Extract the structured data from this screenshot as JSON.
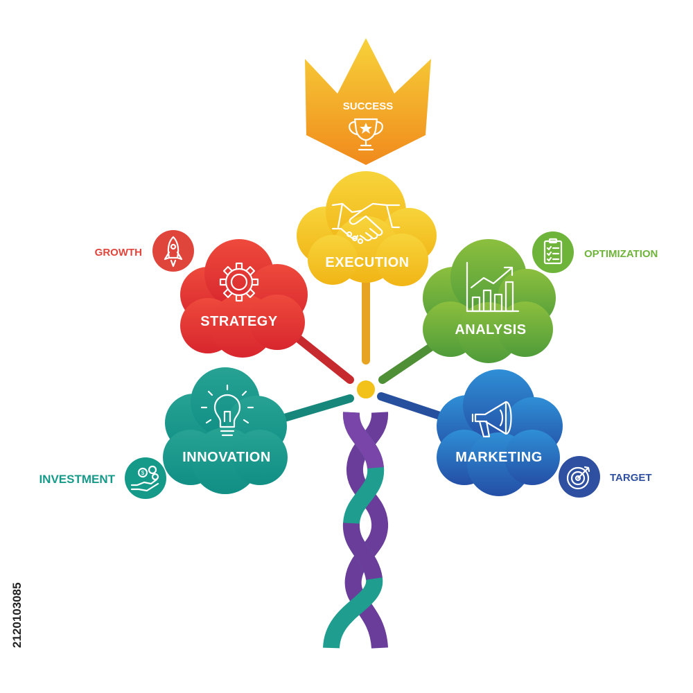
{
  "crown": {
    "label": "SUCCESS",
    "icon": "trophy-icon"
  },
  "clouds": {
    "execution": {
      "label": "EXECUTION",
      "icon": "handshake-icon",
      "color": "#f2c21a"
    },
    "strategy": {
      "label": "STRATEGY",
      "icon": "gear-icon",
      "color": "#e2332f"
    },
    "analysis": {
      "label": "ANALYSIS",
      "icon": "chart-icon",
      "color": "#6aab38"
    },
    "innovation": {
      "label": "INNOVATION",
      "icon": "lightbulb-icon",
      "color": "#1f9a8c"
    },
    "marketing": {
      "label": "MARKETING",
      "icon": "megaphone-icon",
      "color": "#2a6ec4"
    }
  },
  "side_labels": {
    "growth": {
      "label": "GROWTH",
      "icon": "rocket-icon",
      "color": "#e0453c"
    },
    "optimization": {
      "label": "OPTIMIZATION",
      "icon": "checklist-icon",
      "color": "#6fb43a"
    },
    "investment": {
      "label": "INVESTMENT",
      "icon": "money-hand-icon",
      "color": "#159a8a"
    },
    "target": {
      "label": "TARGET",
      "icon": "target-icon",
      "color": "#2f4fa0"
    }
  },
  "stock_id": "2120103085"
}
